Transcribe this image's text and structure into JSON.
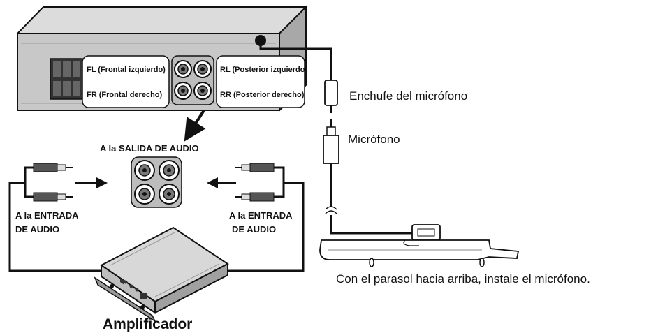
{
  "head_unit": {
    "label_fl": "FL (Frontal izquierdo)",
    "label_fr": "FR (Frontal derecho)",
    "label_rl": "RL (Posterior izquierdo)",
    "label_rr": "RR (Posterior derecho)"
  },
  "audio_out_label": "A la SALIDA DE AUDIO",
  "audio_in_left": {
    "line1": "A la ENTRADA",
    "line2": "DE AUDIO"
  },
  "audio_in_right": {
    "line1": "A la ENTRADA",
    "line2": "DE AUDIO"
  },
  "amplifier_label": "Amplificador",
  "mic_plug_label": "Enchufe del micrófono",
  "mic_label": "Micrófono",
  "sunvisor_caption": "Con el parasol hacia arriba, instale el micrófono.",
  "colors": {
    "line": "#111111",
    "unit_fill": "#c8c8c8",
    "unit_dark": "#8a8a8a",
    "jack_fill": "#bdbdbd"
  }
}
